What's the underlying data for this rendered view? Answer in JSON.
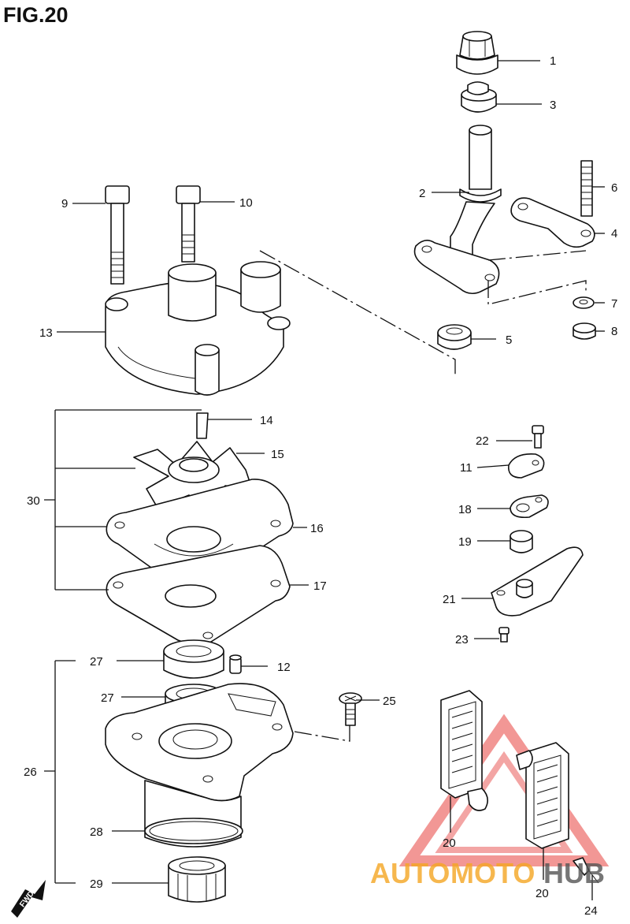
{
  "figure": {
    "title": "FIG.20",
    "fwd_label": "FWD"
  },
  "callouts": {
    "p1": "1",
    "p2": "2",
    "p3": "3",
    "p4": "4",
    "p5": "5",
    "p6": "6",
    "p7": "7",
    "p8": "8",
    "p9": "9",
    "p10": "10",
    "p11": "11",
    "p12": "12",
    "p13": "13",
    "p14": "14",
    "p15": "15",
    "p16": "16",
    "p17": "17",
    "p18": "18",
    "p19": "19",
    "p20a": "20",
    "p20b": "20",
    "p21": "21",
    "p22": "22",
    "p23": "23",
    "p24": "24",
    "p25": "25",
    "p26": "26",
    "p27a": "27",
    "p27b": "27",
    "p28": "28",
    "p29": "29",
    "p30": "30"
  },
  "watermark": {
    "text_a": "AUTO",
    "text_b": "MOTO",
    "text_c": "HUB",
    "color_orange": "#f5a623",
    "color_red": "#e53935",
    "color_gray": "#555555"
  }
}
